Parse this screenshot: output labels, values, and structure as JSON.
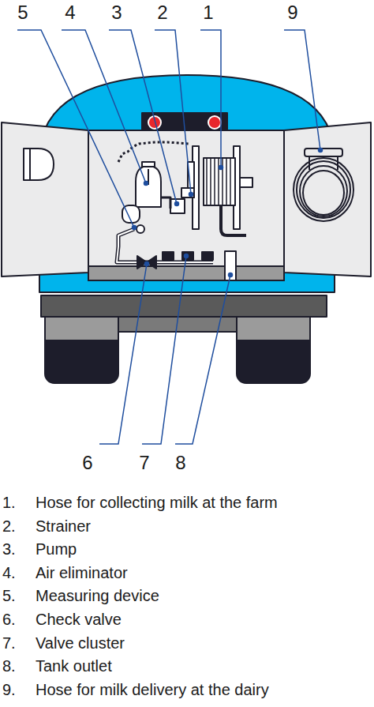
{
  "diagram": {
    "labels": [
      "5",
      "4",
      "3",
      "2",
      "1",
      "9",
      "6",
      "7",
      "8",
      "1.",
      "Hose for collecting milk at the farm",
      "2.",
      "Strainer",
      "3.",
      "Pump",
      "4.",
      "Air eliminator",
      "5.",
      "Measuring device",
      "6.",
      "Check valve",
      "7.",
      "Valve cluster",
      "8.",
      "Tank outlet",
      "9.",
      "Hose for milk delivery at the dairy"
    ]
  }
}
